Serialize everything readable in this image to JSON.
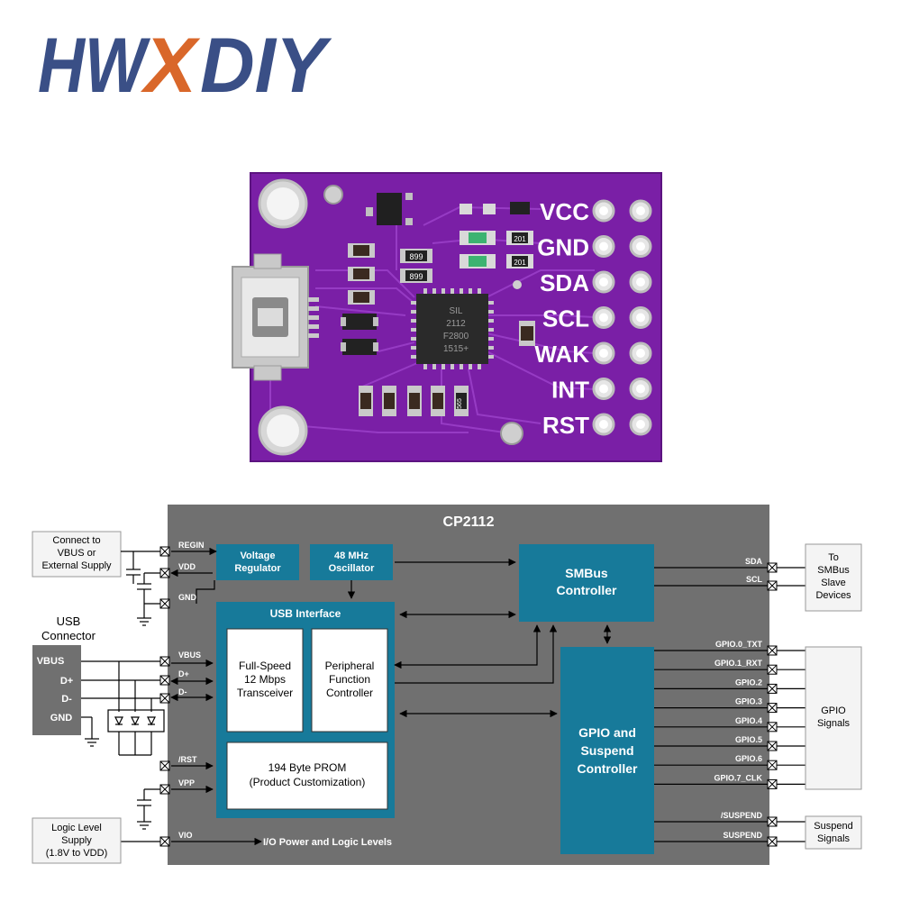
{
  "logo": {
    "text_part1": "HW",
    "text_part2": "X",
    "text_part3": "DIY",
    "color_main": "#3a4f86",
    "color_accent": "#d9672a"
  },
  "board": {
    "pcb_color": "#7a1fa6",
    "pin_labels": [
      "VCC",
      "GND",
      "SDA",
      "SCL",
      "WAK",
      "INT",
      "RST"
    ],
    "chip_marking": [
      "SIL",
      "2112",
      "F2800",
      "1515+"
    ],
    "component_codes": [
      "899",
      "899",
      "201",
      "201",
      "565"
    ]
  },
  "diagram": {
    "title": "CP2112",
    "background_color": "#707070",
    "block_color": "#177a9a",
    "left_boxes": {
      "supply": "Connect to VBUS or External Supply",
      "supply_lines": [
        "Connect to",
        "VBUS or",
        "External Supply"
      ],
      "usb_connector_label_lines": [
        "USB",
        "Connector"
      ],
      "usb_pins": [
        "VBUS",
        "D+",
        "D-",
        "GND"
      ],
      "logic_level_lines": [
        "Logic Level",
        "Supply",
        "(1.8V to VDD)"
      ]
    },
    "left_pins": [
      "REGIN",
      "VDD",
      "GND",
      "VBUS",
      "D+",
      "D-",
      "/RST",
      "VPP",
      "VIO"
    ],
    "blocks": {
      "voltage_regulator_lines": [
        "Voltage",
        "Regulator"
      ],
      "oscillator_lines": [
        "48 MHz",
        "Oscillator"
      ],
      "usb_interface": "USB Interface",
      "transceiver_lines": [
        "Full-Speed",
        "12 Mbps",
        "Transceiver"
      ],
      "peripheral_lines": [
        "Peripheral",
        "Function",
        "Controller"
      ],
      "prom_lines": [
        "194 Byte PROM",
        "(Product Customization)"
      ],
      "smbus_lines": [
        "SMBus",
        "Controller"
      ],
      "gpio_lines": [
        "GPIO and",
        "Suspend",
        "Controller"
      ]
    },
    "io_power_label": "I/O Power and Logic Levels",
    "right_pins": {
      "smbus": [
        "SDA",
        "SCL"
      ],
      "gpio": [
        "GPIO.0_TXT",
        "GPIO.1_RXT",
        "GPIO.2",
        "GPIO.3",
        "GPIO.4",
        "GPIO.5",
        "GPIO.6",
        "GPIO.7_CLK"
      ],
      "suspend": [
        "/SUSPEND",
        "SUSPEND"
      ]
    },
    "right_boxes": {
      "smbus_slaves_lines": [
        "To",
        "SMBus",
        "Slave",
        "Devices"
      ],
      "gpio_signals_lines": [
        "GPIO",
        "Signals"
      ],
      "suspend_signals_lines": [
        "Suspend",
        "Signals"
      ]
    }
  }
}
